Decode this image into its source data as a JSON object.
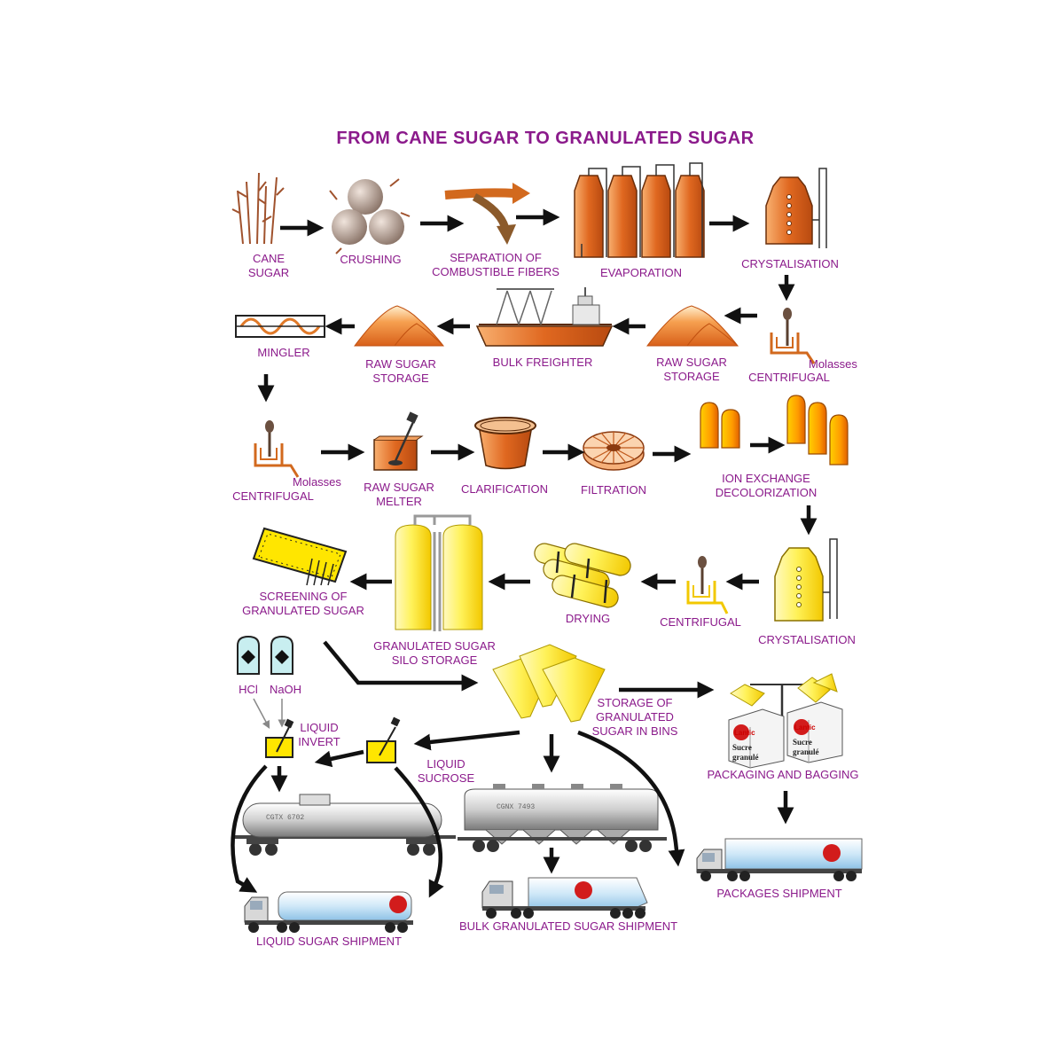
{
  "title": "FROM CANE SUGAR TO GRANULATED SUGAR",
  "colors": {
    "label": "#8b1a8b",
    "arrow": "#111111",
    "raw": "#e07a2a",
    "refined": "#ffe34a"
  },
  "steps": {
    "cane": "CANE\nSUGAR",
    "crushing": "CRUSHING",
    "separation": "SEPARATION OF\nCOMBUSTIBLE FIBERS",
    "evaporation": "EVAPORATION",
    "crystalisation1": "CRYSTALISATION",
    "centrifugal1": "CENTRIFUGAL",
    "molasses1": "Molasses",
    "raw_storage1": "RAW SUGAR\nSTORAGE",
    "bulk_freighter": "BULK FREIGHTER",
    "raw_storage2": "RAW SUGAR\nSTORAGE",
    "mingler": "MINGLER",
    "centrifugal2": "CENTRIFUGAL",
    "molasses2": "Molasses",
    "melter": "RAW SUGAR\nMELTER",
    "clarification": "CLARIFICATION",
    "filtration": "FILTRATION",
    "ion_exchange": "ION  EXCHANGE\nDECOLORIZATION",
    "crystalisation2": "CRYSTALISATION",
    "centrifugal3": "CENTRIFUGAL",
    "drying": "DRYING",
    "silo": "GRANULATED SUGAR\nSILO STORAGE",
    "screening": "SCREENING OF\nGRANULATED SUGAR",
    "hcl": "HCl",
    "naoh": "NaOH",
    "liquid_invert": "LIQUID\nINVERT",
    "liquid_sucrose": "LIQUID\nSUCROSE",
    "bins": "STORAGE OF\nGRANULATED\nSUGAR IN BINS",
    "packaging": "PACKAGING AND BAGGING",
    "liquid_shipment": "LIQUID SUGAR SHIPMENT",
    "bulk_shipment": "BULK GRANULATED SUGAR SHIPMENT",
    "packages_shipment": "PACKAGES SHIPMENT"
  },
  "artwork_text": {
    "brand": "Lantic",
    "bag_line1": "Sucre",
    "bag_line2": "granulé",
    "tank_car": "CGTX 6702",
    "hopper_car": "CGNX 7493"
  }
}
